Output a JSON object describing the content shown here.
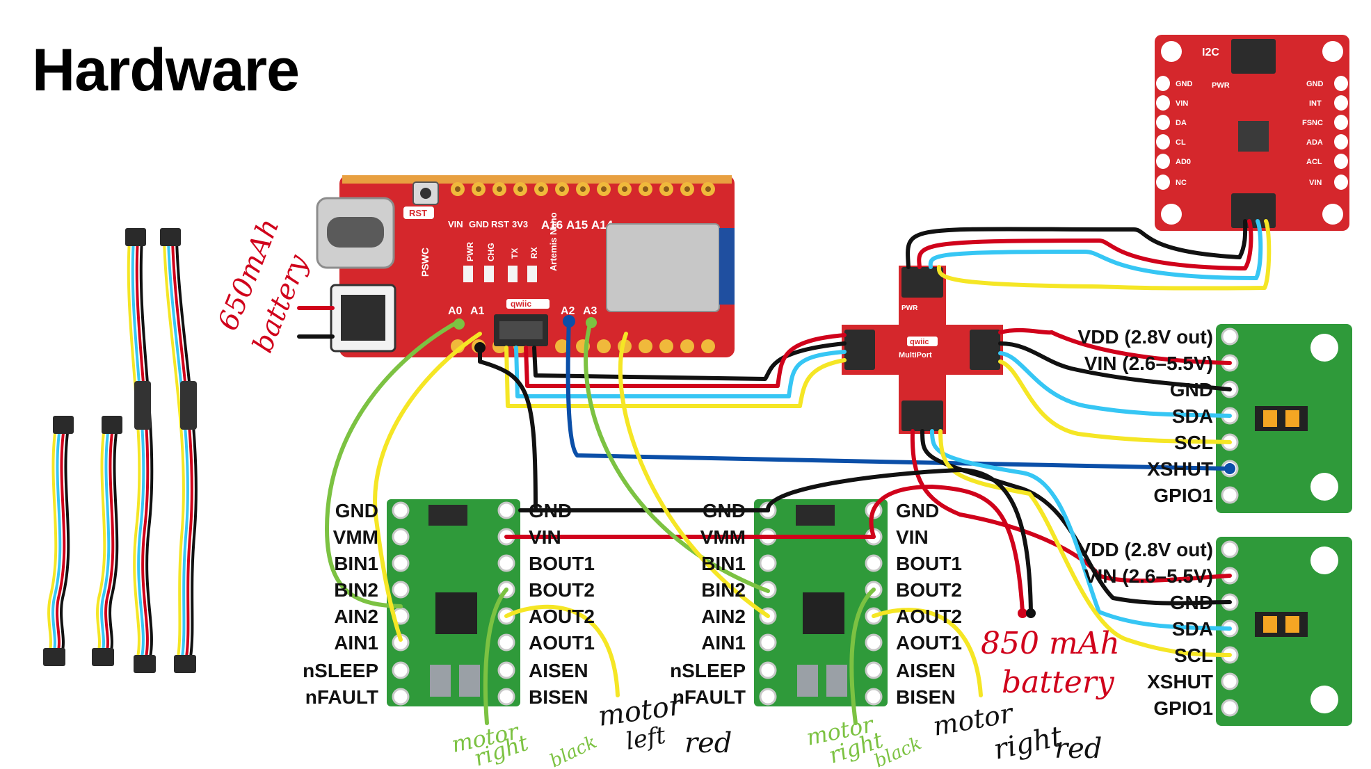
{
  "title": "Hardware",
  "colors": {
    "sparkfun_red": "#d5272c",
    "pololu_green": "#2f9a3a",
    "wire_red": "#d0021b",
    "wire_black": "#111111",
    "wire_blue": "#36c6f4",
    "wire_yellow": "#f5e625",
    "wire_green": "#7cc242",
    "wire_navy": "#0b4fa8"
  },
  "artemis": {
    "header_labels": [
      "VIN",
      "GND",
      "RST",
      "3V3",
      "A16",
      "A15",
      "A14"
    ],
    "status_labels": [
      "PWR",
      "CHG",
      "TX",
      "RX"
    ],
    "rst_label": "RST",
    "pswc_label": "PSWC",
    "board_name": "Artemis Nano",
    "qwiic_label": "qwiic",
    "bottom_labels": [
      "A0",
      "A1",
      "A2",
      "A3"
    ]
  },
  "imu": {
    "label": "I2C",
    "left_pins": [
      "GND",
      "VIN",
      "DA",
      "CL",
      "AD0",
      "NC"
    ],
    "right_pins": [
      "GND",
      "INT",
      "FSNC",
      "ADA",
      "ACL",
      "VIN"
    ],
    "pwr_label": "PWR"
  },
  "multiport": {
    "name": "MultiPort",
    "qwiic_label": "qwiic",
    "pwr_label": "PWR"
  },
  "tof_pins": [
    "VDD (2.8V out)",
    "VIN (2.6–5.5V)",
    "GND",
    "SDA",
    "SCL",
    "XSHUT",
    "GPIO1"
  ],
  "driver_left_pins": [
    "GND",
    "VMM",
    "BIN1",
    "BIN2",
    "AIN2",
    "AIN1",
    "nSLEEP",
    "nFAULT"
  ],
  "driver_right_pins": [
    "GND",
    "VIN",
    "BOUT1",
    "BOUT2",
    "AOUT2",
    "AOUT1",
    "AISEN",
    "BISEN"
  ],
  "annotations": {
    "battery_650": [
      "650mAh",
      "battery"
    ],
    "battery_850": [
      "850 mAh",
      "battery"
    ],
    "driver1": {
      "green": [
        "motor",
        "right",
        "black"
      ],
      "black": [
        "motor",
        "left"
      ],
      "red": "red"
    },
    "driver2": {
      "green": [
        "motor",
        "right",
        "black"
      ],
      "black": [
        "motor",
        "right"
      ],
      "red": "red"
    }
  }
}
